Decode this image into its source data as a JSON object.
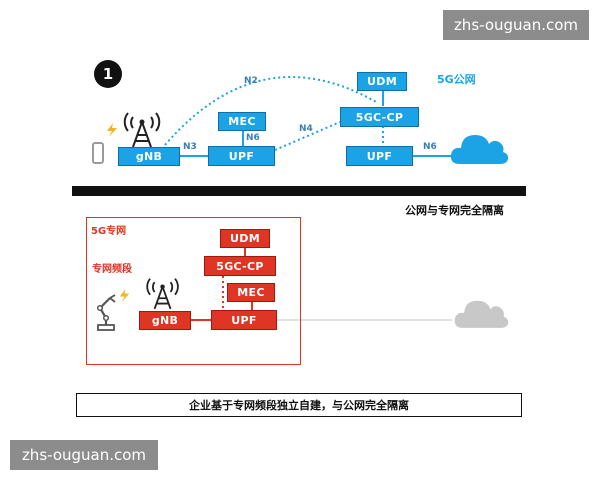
{
  "watermark_top": "zhs-ouguan.com",
  "watermark_bottom": "zhs-ouguan.com",
  "step_badge": "1",
  "public_net": {
    "title": "5G公网",
    "nodes": {
      "udm": "UDM",
      "cp": "5GC-CP",
      "mec": "MEC",
      "upf_left": "UPF",
      "upf_right": "UPF",
      "gnb": "gNB"
    },
    "links": {
      "n2": "N2",
      "n3": "N3",
      "n4": "N4",
      "n6_mec": "N6",
      "n6_cloud": "N6"
    }
  },
  "separator_caption": "公网与专网完全隔离",
  "private_net": {
    "title": "5G专网",
    "band_label": "专网频段",
    "nodes": {
      "udm": "UDM",
      "cp": "5GC-CP",
      "mec": "MEC",
      "upf": "UPF",
      "gnb": "gNB"
    }
  },
  "bottom_caption": "企业基于专网频段独立自建，与公网完全隔离",
  "colors": {
    "public_accent": "#1ba3e6",
    "private_accent": "#de3525",
    "cloud_public": "#1ba3e6",
    "cloud_private": "#c8c8c8"
  }
}
